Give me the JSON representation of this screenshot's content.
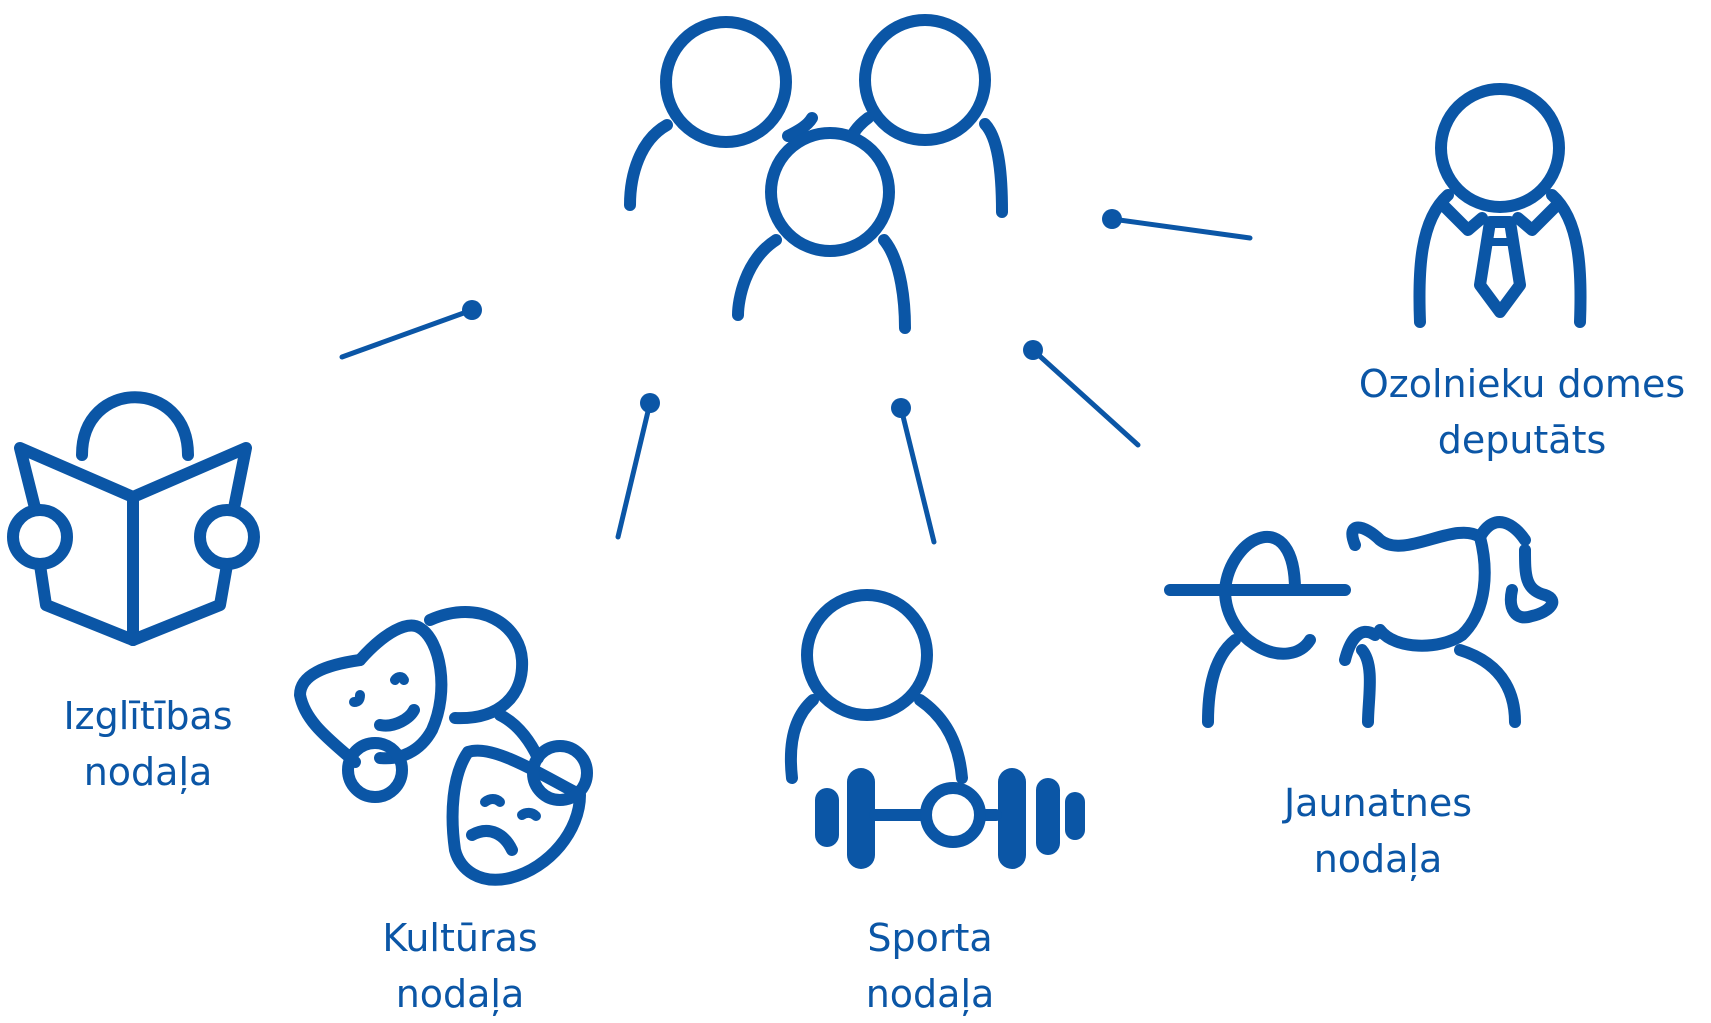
{
  "colors": {
    "accent": "#0b56a6",
    "background": "#ffffff"
  },
  "center": {
    "icon": "group-of-people-icon"
  },
  "nodes": {
    "izglitibas": {
      "icon": "person-reading-book-icon",
      "line1": "Izglītības",
      "line2": "nodaļa"
    },
    "kulturas": {
      "icon": "theater-masks-icon",
      "line1": "Kultūras",
      "line2": "nodaļa"
    },
    "sporta": {
      "icon": "person-with-dumbbell-icon",
      "line1": "Sporta",
      "line2": "nodaļa"
    },
    "jaunatnes": {
      "icon": "two-young-people-icon",
      "line1": "Jaunatnes",
      "line2": "nodaļa"
    },
    "deputats": {
      "icon": "person-with-tie-icon",
      "line1": "Ozolnieku domes",
      "line2": "deputāts"
    }
  }
}
